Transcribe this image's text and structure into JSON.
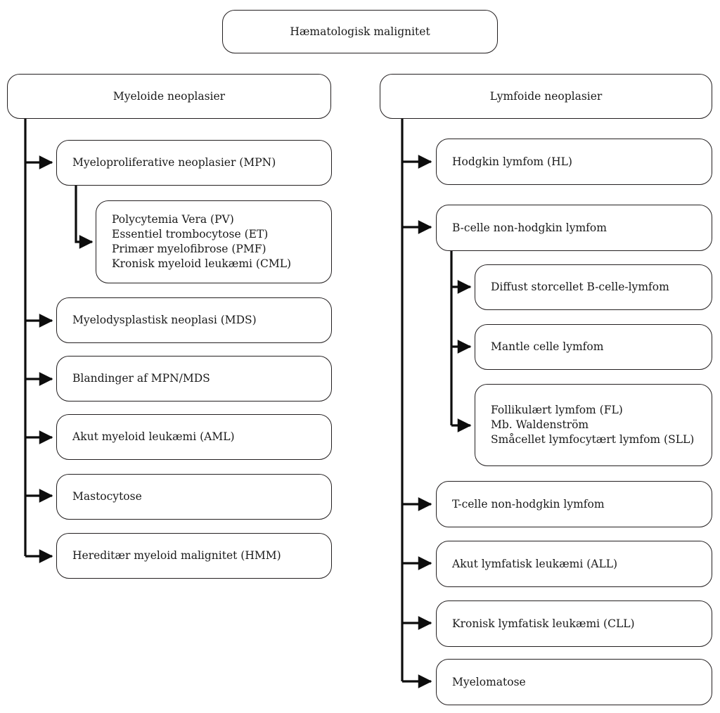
{
  "diagram": {
    "title": "Hæmatologisk malignitet",
    "type": "flowchart",
    "orientation": "top-down, two branches",
    "style": {
      "stroke_color": "#231f20",
      "background_color": "#ffffff",
      "text_color": "#1a1a1a",
      "node_shape": "rounded-rectangle"
    },
    "root": {
      "label": "Hæmatologisk malignitet"
    },
    "branches": [
      {
        "id": "myeloide",
        "label": "Myeloide neoplasier",
        "children": [
          {
            "id": "mpn",
            "label": "Myeloproliferative neoplasier (MPN)",
            "children": [
              {
                "id": "mpn-sub",
                "label": "Polycytemia Vera (PV)\nEssentiel trombocytose (ET)\nPrimær myelofibrose (PMF)\nKronisk myeloid leukæmi (CML)",
                "items": [
                  "Polycytemia Vera (PV)",
                  "Essentiel trombocytose (ET)",
                  "Primær myelofibrose (PMF)",
                  "Kronisk myeloid leukæmi (CML)"
                ]
              }
            ]
          },
          {
            "id": "mds",
            "label": "Myelodysplastisk neoplasi (MDS)"
          },
          {
            "id": "mpn-mds",
            "label": "Blandinger af MPN/MDS"
          },
          {
            "id": "aml",
            "label": "Akut myeloid leukæmi (AML)"
          },
          {
            "id": "mastocytose",
            "label": "Mastocytose"
          },
          {
            "id": "hmm",
            "label": "Hereditær myeloid malignitet (HMM)"
          }
        ]
      },
      {
        "id": "lymfoide",
        "label": "Lymfoide neoplasier",
        "children": [
          {
            "id": "hl",
            "label": "Hodgkin lymfom (HL)"
          },
          {
            "id": "b-nhl",
            "label": "B-celle non-hodgkin lymfom",
            "children": [
              {
                "id": "dlbcl",
                "label": "Diffust storcellet B-celle-lymfom"
              },
              {
                "id": "mcl",
                "label": "Mantle celle lymfom"
              },
              {
                "id": "indolent",
                "label": "Follikulært lymfom (FL)\nMb. Waldenström\nSmåcellet lymfocytært lymfom (SLL)",
                "items": [
                  "Follikulært lymfom (FL)",
                  "Mb. Waldenström",
                  "Småcellet lymfocytært lymfom (SLL)"
                ]
              }
            ]
          },
          {
            "id": "t-nhl",
            "label": "T-celle non-hodgkin lymfom"
          },
          {
            "id": "all",
            "label": "Akut lymfatisk leukæmi (ALL)"
          },
          {
            "id": "cll",
            "label": "Kronisk lymfatisk leukæmi (CLL)"
          },
          {
            "id": "myelomatose",
            "label": "Myelomatose"
          }
        ]
      }
    ]
  }
}
